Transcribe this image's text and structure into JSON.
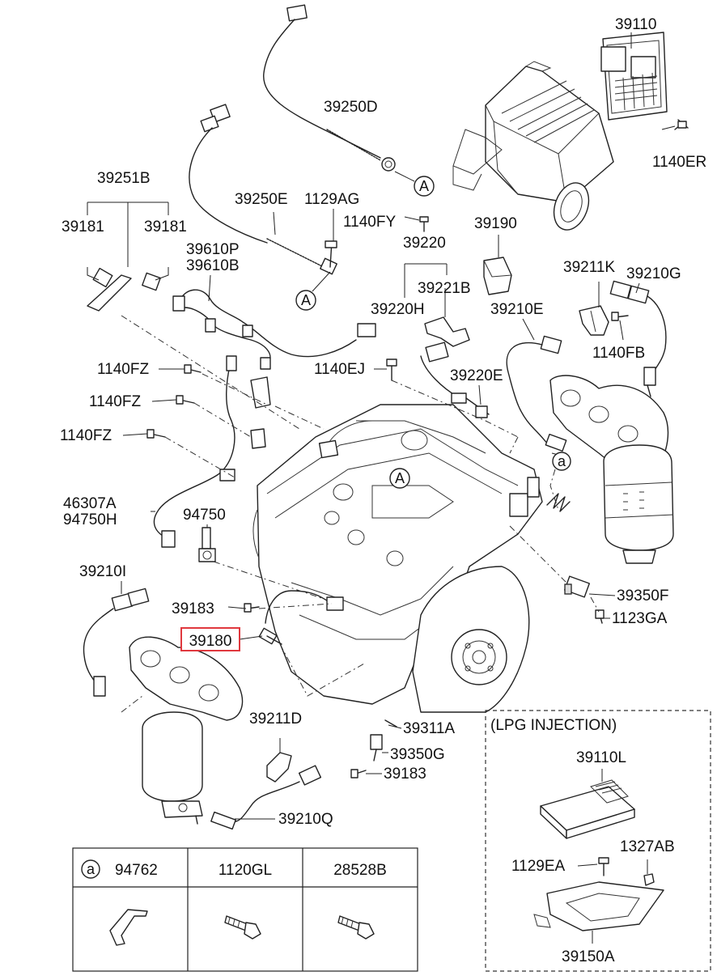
{
  "labels": {
    "l39110": "39110",
    "l39250D": "39250D",
    "l1140ER": "1140ER",
    "l39251B": "39251B",
    "l39250E": "39250E",
    "l1129AG": "1129AG",
    "l39181a": "39181",
    "l39181b": "39181",
    "l1140FY": "1140FY",
    "l39190": "39190",
    "l39220": "39220",
    "l39610P": "39610P",
    "l39610B": "39610B",
    "l39221B": "39221B",
    "l39211K": "39211K",
    "l39210G": "39210G",
    "l39220H": "39220H",
    "l39210E": "39210E",
    "l1140FB": "1140FB",
    "l1140FZa": "1140FZ",
    "l1140EJ": "1140EJ",
    "l39220E": "39220E",
    "l1140FZb": "1140FZ",
    "l1140FZc": "1140FZ",
    "l46307A": "46307A",
    "l94750H": "94750H",
    "l94750": "94750",
    "l39210I": "39210I",
    "l39350F": "39350F",
    "l39183a": "39183",
    "l1123GA": "1123GA",
    "l39180": "39180",
    "l39211D": "39211D",
    "l39311A": "39311A",
    "l39350G": "39350G",
    "l39183b": "39183",
    "l39210Q": "39210Q",
    "refA1": "A",
    "refA2": "A",
    "refA3": "A",
    "refa": "a"
  },
  "lpg_box": {
    "title": "(LPG INJECTION)",
    "l39110L": "39110L",
    "l1327AB": "1327AB",
    "l1129EA": "1129EA",
    "l39150A": "39150A"
  },
  "hardware_table": {
    "marker": "a",
    "columns": [
      "94762",
      "1120GL",
      "28528B"
    ]
  },
  "highlight_color": "#e0383e"
}
